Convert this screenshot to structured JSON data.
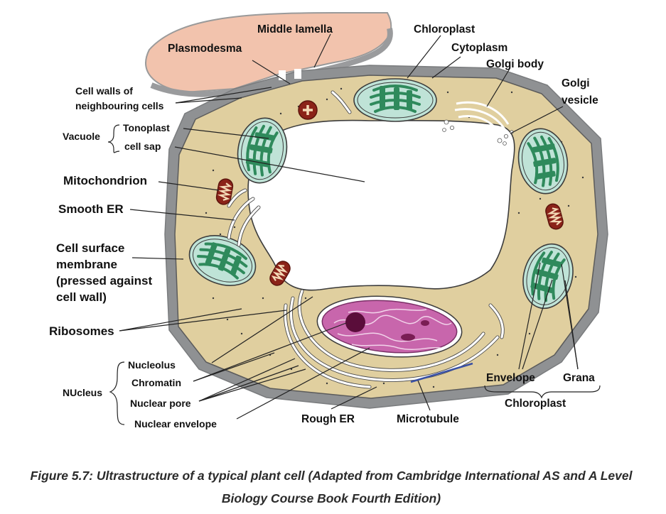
{
  "labels": {
    "middle_lamella": "Middle lamella",
    "plasmodesma": "Plasmodesma",
    "chloroplast_top": "Chloroplast",
    "cytoplasm": "Cytoplasm",
    "golgi_body": "Golgi body",
    "golgi_vesicle_1": "Golgi",
    "golgi_vesicle_2": "vesicle",
    "cell_walls_1": "Cell walls of",
    "cell_walls_2": "neighbouring cells",
    "vacuole": "Vacuole",
    "tonoplast": "Tonoplast",
    "cell_sap": "cell sap",
    "mitochondrion": "Mitochondrion",
    "smooth_er": "Smooth ER",
    "csm_1": "Cell surface",
    "csm_2": "membrane",
    "csm_3": "(pressed against",
    "csm_4": "cell wall)",
    "ribosomes": "Ribosomes",
    "nucleolus": "Nucleolus",
    "chromatin": "Chromatin",
    "nucleus": "NUcleus",
    "nuclear_pore": "Nuclear pore",
    "nuclear_envelope": "Nuclear envelope",
    "rough_er": "Rough ER",
    "microtubule": "Microtubule",
    "envelope": "Envelope",
    "grana": "Grana",
    "chloroplast_bottom": "Chloroplast"
  },
  "caption": {
    "line1": "Figure 5.7: Ultrastructure of a typical plant cell (Adapted from Cambridge International AS and A Level",
    "line2": "Biology Course Book Fourth Edition)"
  },
  "colors": {
    "cell_wall": "#8f9193",
    "cytoplasm": "#e0cf9f",
    "neighbour_cell": "#f2c3ad",
    "chloroplast_fill": "#bfe3d7",
    "chloroplast_grana": "#2f8a5c",
    "mitochondrion": "#8b2319",
    "nucleus": "#c866ac",
    "nucleolus": "#5a0d3a",
    "microtubule": "#3950a4"
  }
}
